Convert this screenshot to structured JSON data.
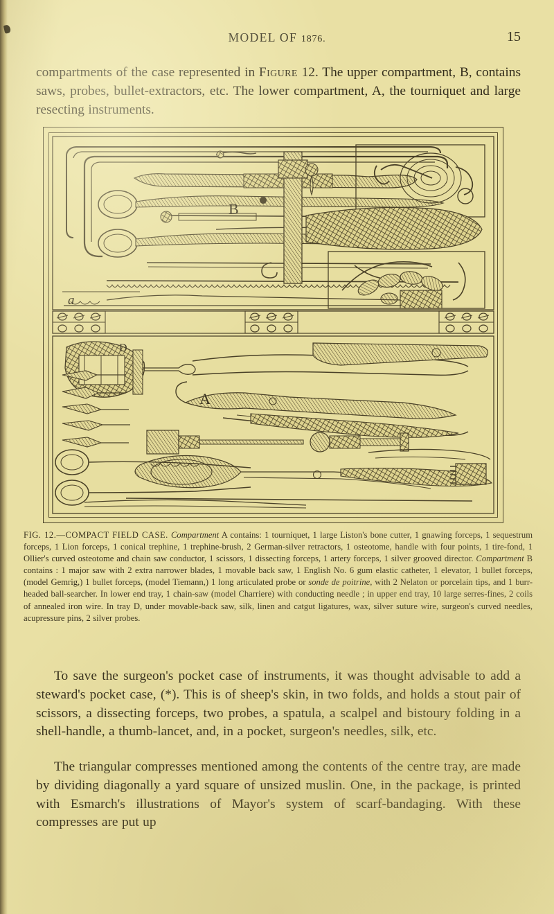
{
  "page": {
    "running_head": "MODEL OF",
    "running_head_year": "1876.",
    "page_number": "15",
    "paper_color": "#e9e0a4",
    "ink_color": "#332d1c"
  },
  "intro_paragraph": "compartments of the case represented in FIGURE 12. The upper compartment, B, contains saws, probes, bullet-extractors, etc. The lower compartment, A, the tourniquet and large resecting instruments.",
  "figure": {
    "label": "FIG. 12.",
    "title": "COMPACT FIELD CASE.",
    "caption_head": "FIG. 12.—COMPACT FIELD CASE.",
    "caption_body": "Compartment A contains: 1 tourniquet, 1 large Liston's bone cutter, 1 gnawing forceps, 1 sequestrum forceps, 1 Lion forceps, 1 conical trephine, 1 trephine-brush, 2 German-silver retractors, 1 osteotome, handle with four points, 1 tire-fond, 1 Ollier's curved osteotome and chain saw conductor, 1 scissors, 1 dissecting forceps, 1 artery forceps, 1 silver grooved director. Compartment B contains : 1 major saw with 2 extra narrower blades, 1 movable back saw, 1 English No. 6 gum elastic catheter, 1 elevator, 1 bullet forceps, (model Gemrig,) 1 bullet forceps, (model Tiemann,) 1 long articulated probe or sonde de poitrine, with 2 Nelaton or porcelain tips, and 1 burr-headed ball-searcher. In lower end tray, 1 chain-saw (model Charriere) with conducting needle ; in upper end tray, 10 large serres-fines, 2 coils of annealed iron wire. In tray D, under movable-back saw, silk, linen and catgut ligatures, wax, silver suture wire, surgeon's curved needles, acupressure pins, 2 silver probes.",
    "caption_italic_1": "Compartment",
    "caption_italic_2": "Compartment",
    "caption_italic_3": "sonde de poitrine",
    "plate_labels": [
      "a",
      "B",
      "A",
      "D"
    ],
    "border_color": "#4a4228"
  },
  "prose": {
    "paragraph_1": "To save the surgeon's pocket case of instruments, it was thought advisable to add a steward's pocket case, (*). This is of sheep's skin, in two folds, and holds a stout pair of scissors, a dissecting forceps, two probes, a spatula, a scalpel and bistoury folding in a shell-handle, a thumb-lancet, and, in a pocket, surgeon's needles, silk, etc.",
    "paragraph_2": "The triangular compresses mentioned among the contents of the centre tray, are made by dividing diagonally a yard square of unsized muslin. One, in the package, is printed with Esmarch's illustrations of Mayor's system of scarf-bandaging. With these compresses are put up"
  }
}
